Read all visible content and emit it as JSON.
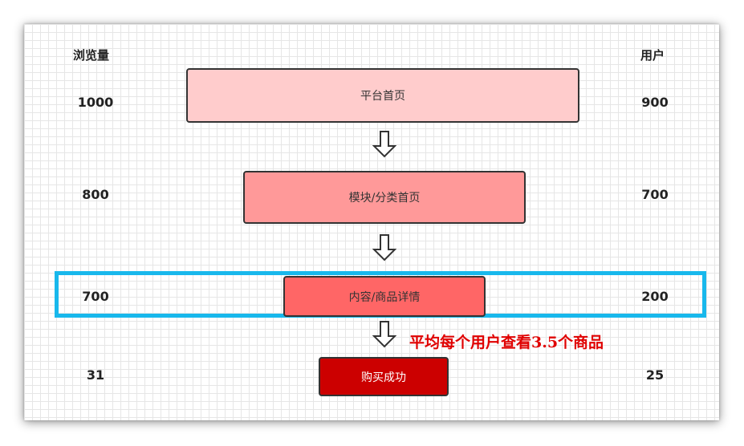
{
  "headers": {
    "views": "浏览量",
    "users": "用户"
  },
  "stages": [
    {
      "label": "平台首页",
      "views": "1000",
      "users": "900",
      "fill": "#ffcccc",
      "text_color": "#333333"
    },
    {
      "label": "模块/分类首页",
      "views": "800",
      "users": "700",
      "fill": "#ff9999",
      "text_color": "#333333"
    },
    {
      "label": "内容/商品详情",
      "views": "700",
      "users": "200",
      "fill": "#ff6666",
      "text_color": "#333333"
    },
    {
      "label": "购买成功",
      "views": "31",
      "users": "25",
      "fill": "#cc0000",
      "text_color": "#ffffff"
    }
  ],
  "annotation": "平均每个用户查看3.5个商品",
  "colors": {
    "highlight": "#18b8ec",
    "annotation": "#e00000",
    "border": "#333333"
  }
}
